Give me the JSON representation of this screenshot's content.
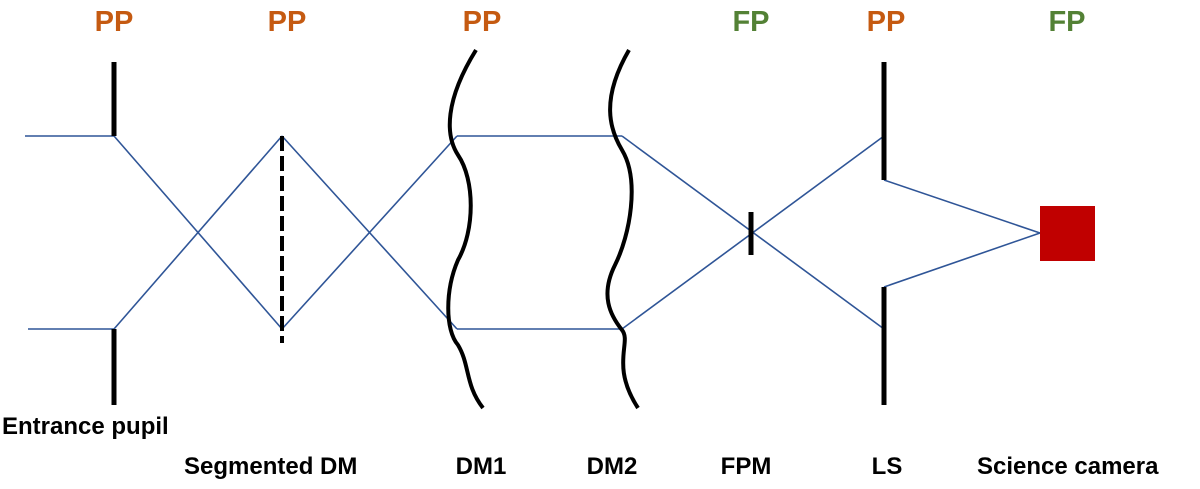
{
  "colors": {
    "pupil_plane": "#C55A11",
    "focal_plane": "#538135",
    "beam": "#2F5597",
    "optic": "#000000",
    "camera": "#C00000"
  },
  "planes": [
    {
      "label": "PP",
      "kind": "pupil_plane"
    },
    {
      "label": "PP",
      "kind": "pupil_plane"
    },
    {
      "label": "PP",
      "kind": "pupil_plane"
    },
    {
      "label": "FP",
      "kind": "focal_plane"
    },
    {
      "label": "PP",
      "kind": "pupil_plane"
    },
    {
      "label": "FP",
      "kind": "focal_plane"
    }
  ],
  "components": {
    "entrance_pupil": "Entrance pupil",
    "segmented_dm": "Segmented DM",
    "dm1": "DM1",
    "dm2": "DM2",
    "fpm": "FPM",
    "ls": "LS",
    "science_camera": "Science camera"
  }
}
